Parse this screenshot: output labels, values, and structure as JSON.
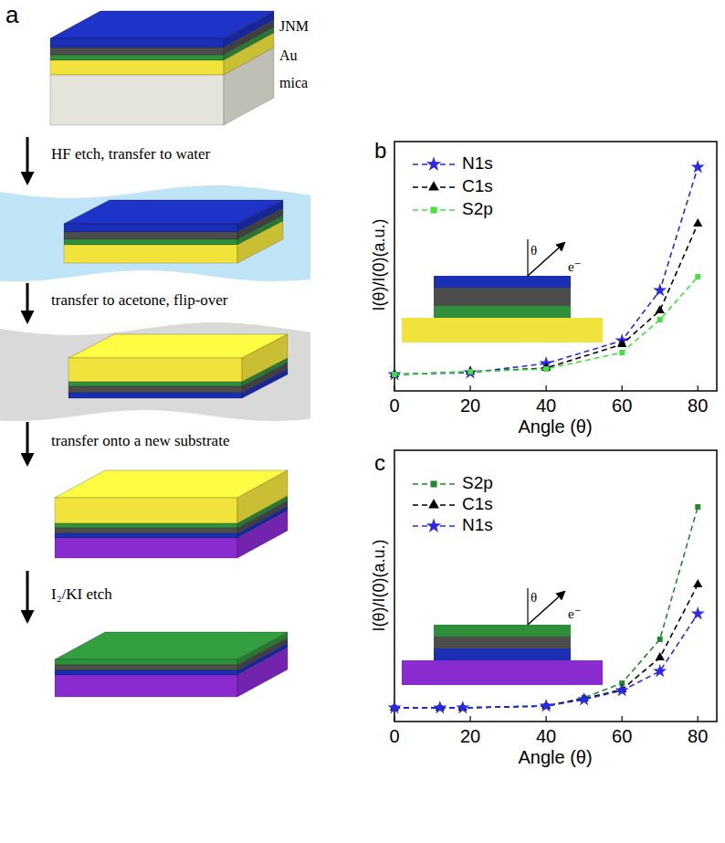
{
  "diagram": {
    "labels": [
      "a",
      "JNM",
      "Au",
      "mica",
      "HF etch, transfer to water",
      "transfer to acetone, flip-over",
      "transfer onto a new substrate",
      "I₂/KI etch",
      "b",
      "I(θ)/I(0)(a.u.)",
      "0",
      "20",
      "40",
      "60",
      "80",
      "Angle (θ)",
      "θ",
      "e⁻",
      "c",
      "I(θ)/I(0)(a.u.)",
      "0",
      "20",
      "40",
      "60",
      "80",
      "Angle (θ)",
      "θ",
      "e⁻"
    ],
    "legend": [
      {
        "text": "N1s"
      },
      {
        "text": "C1s"
      },
      {
        "text": "S2p"
      },
      {
        "text": "S2p"
      },
      {
        "text": "C1s"
      },
      {
        "text": "N1s"
      }
    ]
  }
}
